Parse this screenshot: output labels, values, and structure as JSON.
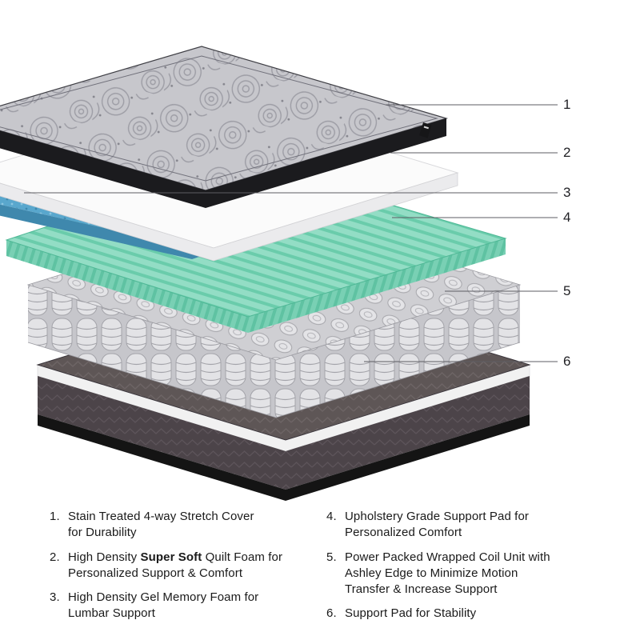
{
  "callouts": [
    "1",
    "2",
    "3",
    "4",
    "5",
    "6"
  ],
  "legend": {
    "left": [
      {
        "num": "1.",
        "text": "Stain Treated 4-way Stretch Cover\nfor Durability"
      },
      {
        "num": "2.",
        "pre": "High Density ",
        "bold": "Super Soft",
        "post": " Quilt Foam for\nPersonalized Support & Comfort"
      },
      {
        "num": "3.",
        "text": "High Density Gel Memory Foam for\nLumbar Support"
      }
    ],
    "right": [
      {
        "num": "4.",
        "text": "Upholstery Grade Support Pad for\nPersonalized Comfort"
      },
      {
        "num": "5.",
        "text": "Power Packed Wrapped Coil Unit with\nAshley Edge to Minimize Motion\nTransfer & Increase Support"
      },
      {
        "num": "6.",
        "text": "Support Pad for Stability"
      }
    ]
  },
  "colors": {
    "cover_quilt_gray": "#c7c7cc",
    "cover_edge_black": "#1b1b1e",
    "quilt_foam_white": "#fbfbfb",
    "gel_memory_foam_blue": "#59a7cd",
    "support_pad_green": "#93ddc5",
    "coil_gray": "#e3e3e6",
    "base_pad_dark": "#4c4449",
    "callout_line": "#5d5d63"
  }
}
